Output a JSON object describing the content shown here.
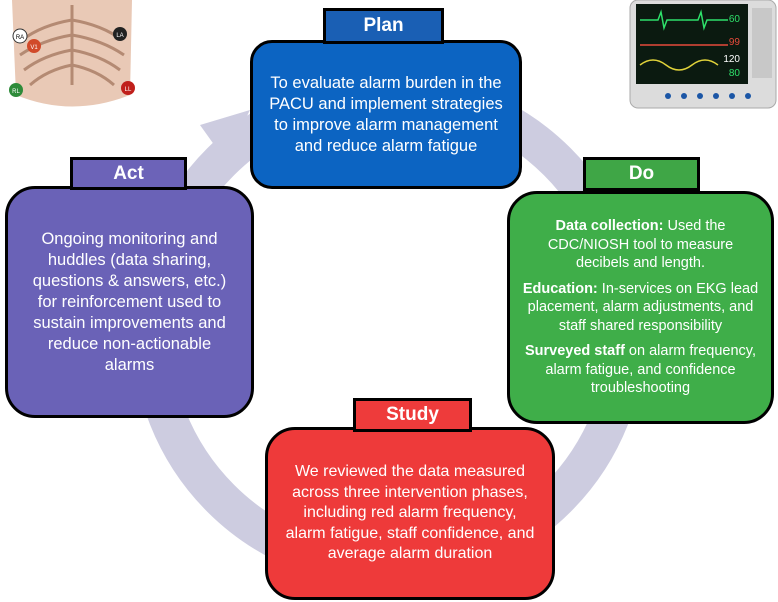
{
  "plan": {
    "label": "Plan",
    "text": "To evaluate alarm burden in the PACU and implement strategies to improve alarm management and reduce alarm fatigue"
  },
  "act": {
    "label": "Act",
    "text": "Ongoing monitoring and huddles (data sharing, questions & answers, etc.) for reinforcement used to sustain improvements and reduce non-actionable alarms"
  },
  "do": {
    "label": "Do",
    "items": [
      {
        "bold": "Data collection:",
        "text": " Used the CDC/NIOSH tool to measure decibels and length."
      },
      {
        "bold": "Education:",
        "text": " In-services on EKG lead placement, alarm adjustments, and staff shared responsibility"
      },
      {
        "bold": "Surveyed staff",
        "text": " on alarm frequency, alarm fatigue, and confidence troubleshooting"
      }
    ]
  },
  "study": {
    "label": "Study",
    "text": "We reviewed the data measured across three intervention phases, including red alarm frequency, alarm fatigue, staff confidence, and average alarm duration"
  },
  "chest": {
    "leads": [
      "RA",
      "LA",
      "V1",
      "RL",
      "LL"
    ]
  },
  "monitor": {
    "readings": [
      "60",
      "99",
      "120",
      "80"
    ]
  },
  "colors": {
    "plan": "#0c64c2",
    "act": "#6a62b7",
    "do": "#3fae49",
    "study": "#ee3a3a",
    "ring": "#c9c8dd"
  }
}
